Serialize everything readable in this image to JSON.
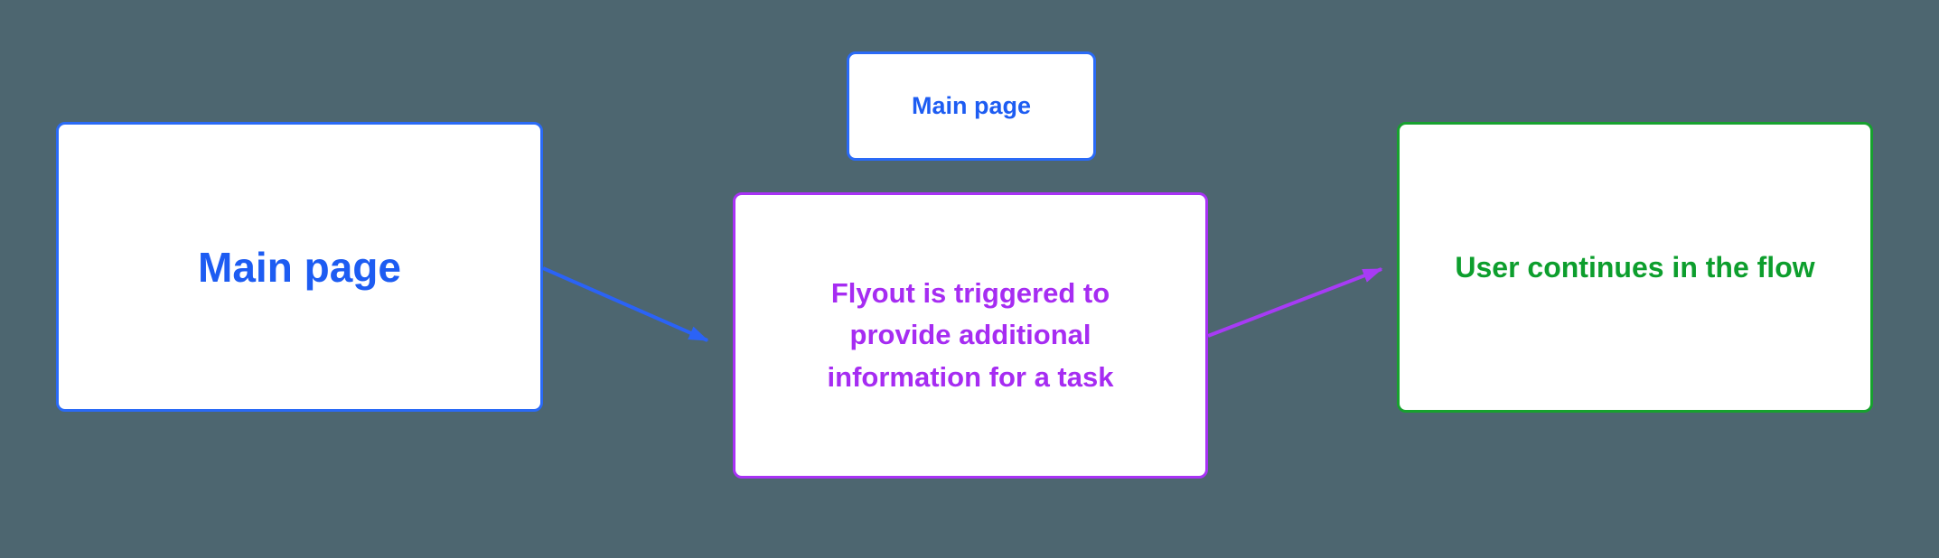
{
  "colors": {
    "bg": "#4d6670",
    "blue": "#1d5cf2",
    "blue-border": "#2a6af6",
    "purple": "#a62cf2",
    "purple-border": "#a832f5",
    "green": "#0d9e2d",
    "green-border": "#17a12e",
    "arrow-blue": "#2b63f6",
    "arrow-purple": "#a73bf5",
    "node-bg": "#ffffff"
  },
  "nodes": {
    "main_page": {
      "label": "Main page"
    },
    "main_page_small": {
      "label": "Main page"
    },
    "flyout": {
      "lines": [
        "Flyout is triggered to",
        "provide additional",
        "information for a task"
      ]
    },
    "user_continues": {
      "label": "User continues in the flow"
    }
  }
}
